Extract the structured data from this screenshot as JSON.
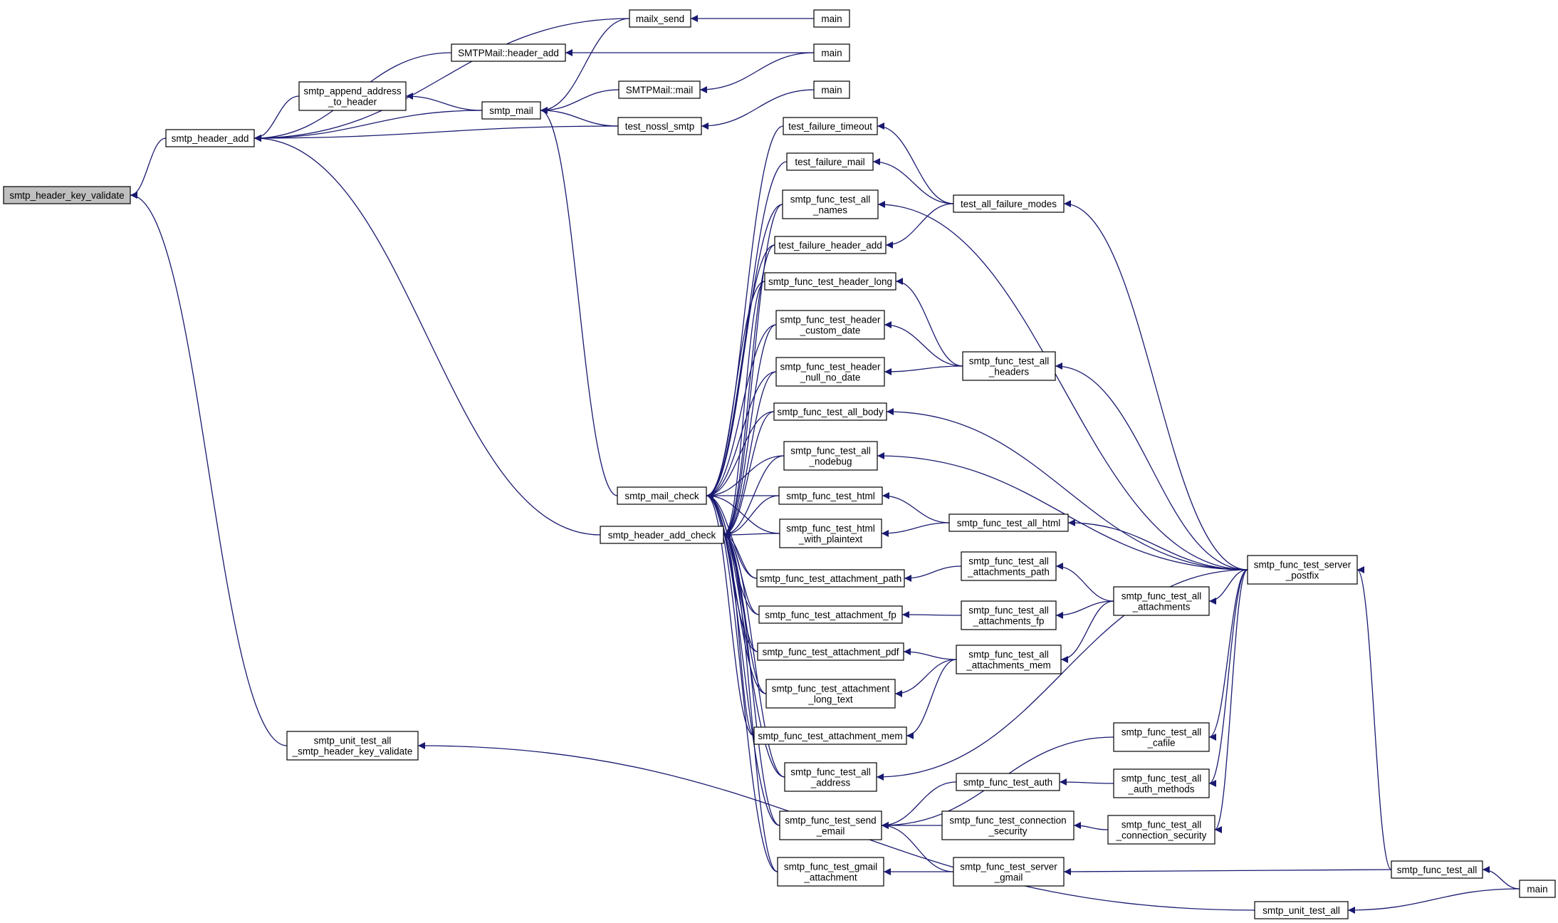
{
  "colors": {
    "edge": "#191970",
    "node_border": "#000000",
    "node_fill": "#ffffff",
    "root_fill": "#bfbfbf"
  },
  "nodes": [
    {
      "id": "smtp_header_key_validate",
      "lines": [
        "smtp_header_key_validate"
      ],
      "root": true
    },
    {
      "id": "smtp_header_add",
      "lines": [
        "smtp_header_add"
      ]
    },
    {
      "id": "smtp_unit_test_all_smtp_header_key_validate",
      "lines": [
        "smtp_unit_test_all",
        "_smtp_header_key_validate"
      ]
    },
    {
      "id": "smtp_append_address_to_header",
      "lines": [
        "smtp_append_address",
        "_to_header"
      ]
    },
    {
      "id": "SMTPMail_header_add",
      "lines": [
        "SMTPMail::header_add"
      ]
    },
    {
      "id": "mailx_send",
      "lines": [
        "mailx_send"
      ]
    },
    {
      "id": "smtp_mail",
      "lines": [
        "smtp_mail"
      ]
    },
    {
      "id": "SMTPMail_mail",
      "lines": [
        "SMTPMail::mail"
      ]
    },
    {
      "id": "test_nossl_smtp",
      "lines": [
        "test_nossl_smtp"
      ]
    },
    {
      "id": "main_1",
      "lines": [
        "main"
      ]
    },
    {
      "id": "main_2",
      "lines": [
        "main"
      ]
    },
    {
      "id": "main_3",
      "lines": [
        "main"
      ]
    },
    {
      "id": "smtp_mail_check",
      "lines": [
        "smtp_mail_check"
      ]
    },
    {
      "id": "smtp_header_add_check",
      "lines": [
        "smtp_header_add_check"
      ]
    },
    {
      "id": "test_failure_timeout",
      "lines": [
        "test_failure_timeout"
      ]
    },
    {
      "id": "test_failure_mail",
      "lines": [
        "test_failure_mail"
      ]
    },
    {
      "id": "smtp_func_test_all_names",
      "lines": [
        "smtp_func_test_all",
        "_names"
      ]
    },
    {
      "id": "test_failure_header_add",
      "lines": [
        "test_failure_header_add"
      ]
    },
    {
      "id": "smtp_func_test_header_long",
      "lines": [
        "smtp_func_test_header_long"
      ]
    },
    {
      "id": "smtp_func_test_header_custom_date",
      "lines": [
        "smtp_func_test_header",
        "_custom_date"
      ]
    },
    {
      "id": "smtp_func_test_header_null_no_date",
      "lines": [
        "smtp_func_test_header",
        "_null_no_date"
      ]
    },
    {
      "id": "smtp_func_test_all_body",
      "lines": [
        "smtp_func_test_all_body"
      ]
    },
    {
      "id": "smtp_func_test_all_nodebug",
      "lines": [
        "smtp_func_test_all",
        "_nodebug"
      ]
    },
    {
      "id": "smtp_func_test_html",
      "lines": [
        "smtp_func_test_html"
      ]
    },
    {
      "id": "smtp_func_test_html_with_plaintext",
      "lines": [
        "smtp_func_test_html",
        "_with_plaintext"
      ]
    },
    {
      "id": "smtp_func_test_attachment_path",
      "lines": [
        "smtp_func_test_attachment_path"
      ]
    },
    {
      "id": "smtp_func_test_attachment_fp",
      "lines": [
        "smtp_func_test_attachment_fp"
      ]
    },
    {
      "id": "smtp_func_test_attachment_pdf",
      "lines": [
        "smtp_func_test_attachment_pdf"
      ]
    },
    {
      "id": "smtp_func_test_attachment_long_text",
      "lines": [
        "smtp_func_test_attachment",
        "_long_text"
      ]
    },
    {
      "id": "smtp_func_test_attachment_mem",
      "lines": [
        "smtp_func_test_attachment_mem"
      ]
    },
    {
      "id": "smtp_func_test_all_address",
      "lines": [
        "smtp_func_test_all",
        "_address"
      ]
    },
    {
      "id": "smtp_func_test_send_email",
      "lines": [
        "smtp_func_test_send",
        "_email"
      ]
    },
    {
      "id": "smtp_func_test_gmail_attachment",
      "lines": [
        "smtp_func_test_gmail",
        "_attachment"
      ]
    },
    {
      "id": "test_all_failure_modes",
      "lines": [
        "test_all_failure_modes"
      ]
    },
    {
      "id": "smtp_func_test_all_headers",
      "lines": [
        "smtp_func_test_all",
        "_headers"
      ]
    },
    {
      "id": "smtp_func_test_all_html",
      "lines": [
        "smtp_func_test_all_html"
      ]
    },
    {
      "id": "smtp_func_test_all_attachments_path",
      "lines": [
        "smtp_func_test_all",
        "_attachments_path"
      ]
    },
    {
      "id": "smtp_func_test_all_attachments_fp",
      "lines": [
        "smtp_func_test_all",
        "_attachments_fp"
      ]
    },
    {
      "id": "smtp_func_test_all_attachments_mem",
      "lines": [
        "smtp_func_test_all",
        "_attachments_mem"
      ]
    },
    {
      "id": "smtp_func_test_auth",
      "lines": [
        "smtp_func_test_auth"
      ]
    },
    {
      "id": "smtp_func_test_connection_security",
      "lines": [
        "smtp_func_test_connection",
        "_security"
      ]
    },
    {
      "id": "smtp_func_test_server_gmail",
      "lines": [
        "smtp_func_test_server",
        "_gmail"
      ]
    },
    {
      "id": "smtp_func_test_all_attachments",
      "lines": [
        "smtp_func_test_all",
        "_attachments"
      ]
    },
    {
      "id": "smtp_func_test_all_cafile",
      "lines": [
        "smtp_func_test_all",
        "_cafile"
      ]
    },
    {
      "id": "smtp_func_test_all_auth_methods",
      "lines": [
        "smtp_func_test_all",
        "_auth_methods"
      ]
    },
    {
      "id": "smtp_func_test_all_connection_security",
      "lines": [
        "smtp_func_test_all",
        "_connection_security"
      ]
    },
    {
      "id": "smtp_func_test_server_postfix",
      "lines": [
        "smtp_func_test_server",
        "_postfix"
      ]
    },
    {
      "id": "smtp_func_test_all",
      "lines": [
        "smtp_func_test_all"
      ]
    },
    {
      "id": "smtp_unit_test_all",
      "lines": [
        "smtp_unit_test_all"
      ]
    },
    {
      "id": "main_4",
      "lines": [
        "main"
      ]
    }
  ],
  "edges": [
    [
      "smtp_header_add",
      "smtp_header_key_validate"
    ],
    [
      "smtp_unit_test_all_smtp_header_key_validate",
      "smtp_header_key_validate"
    ],
    [
      "smtp_append_address_to_header",
      "smtp_header_add"
    ],
    [
      "SMTPMail_header_add",
      "smtp_header_add"
    ],
    [
      "mailx_send",
      "smtp_header_add"
    ],
    [
      "smtp_mail",
      "smtp_header_add"
    ],
    [
      "test_nossl_smtp",
      "smtp_header_add"
    ],
    [
      "smtp_header_add_check",
      "smtp_header_add"
    ],
    [
      "smtp_unit_test_all",
      "smtp_unit_test_all_smtp_header_key_validate"
    ],
    [
      "smtp_mail",
      "smtp_append_address_to_header"
    ],
    [
      "main_2",
      "SMTPMail_header_add"
    ],
    [
      "main_1",
      "mailx_send"
    ],
    [
      "mailx_send",
      "smtp_mail"
    ],
    [
      "SMTPMail_mail",
      "smtp_mail"
    ],
    [
      "test_nossl_smtp",
      "smtp_mail"
    ],
    [
      "smtp_mail_check",
      "smtp_mail"
    ],
    [
      "main_2",
      "SMTPMail_mail"
    ],
    [
      "main_3",
      "test_nossl_smtp"
    ],
    [
      "test_failure_timeout",
      "smtp_mail_check"
    ],
    [
      "test_failure_mail",
      "smtp_mail_check"
    ],
    [
      "smtp_func_test_all_names",
      "smtp_mail_check"
    ],
    [
      "test_failure_header_add",
      "smtp_mail_check"
    ],
    [
      "smtp_func_test_header_long",
      "smtp_mail_check"
    ],
    [
      "smtp_func_test_header_custom_date",
      "smtp_mail_check"
    ],
    [
      "smtp_func_test_header_null_no_date",
      "smtp_mail_check"
    ],
    [
      "smtp_func_test_all_body",
      "smtp_mail_check"
    ],
    [
      "smtp_func_test_all_nodebug",
      "smtp_mail_check"
    ],
    [
      "smtp_func_test_html",
      "smtp_mail_check"
    ],
    [
      "smtp_func_test_html_with_plaintext",
      "smtp_mail_check"
    ],
    [
      "smtp_func_test_attachment_path",
      "smtp_mail_check"
    ],
    [
      "smtp_func_test_attachment_fp",
      "smtp_mail_check"
    ],
    [
      "smtp_func_test_attachment_pdf",
      "smtp_mail_check"
    ],
    [
      "smtp_func_test_attachment_long_text",
      "smtp_mail_check"
    ],
    [
      "smtp_func_test_attachment_mem",
      "smtp_mail_check"
    ],
    [
      "smtp_func_test_all_address",
      "smtp_mail_check"
    ],
    [
      "smtp_func_test_send_email",
      "smtp_mail_check"
    ],
    [
      "smtp_func_test_gmail_attachment",
      "smtp_mail_check"
    ],
    [
      "smtp_func_test_all_names",
      "smtp_header_add_check"
    ],
    [
      "test_failure_header_add",
      "smtp_header_add_check"
    ],
    [
      "smtp_func_test_header_long",
      "smtp_header_add_check"
    ],
    [
      "smtp_func_test_header_custom_date",
      "smtp_header_add_check"
    ],
    [
      "smtp_func_test_header_null_no_date",
      "smtp_header_add_check"
    ],
    [
      "smtp_func_test_all_body",
      "smtp_header_add_check"
    ],
    [
      "smtp_func_test_all_nodebug",
      "smtp_header_add_check"
    ],
    [
      "smtp_func_test_html",
      "smtp_header_add_check"
    ],
    [
      "smtp_func_test_html_with_plaintext",
      "smtp_header_add_check"
    ],
    [
      "smtp_func_test_attachment_path",
      "smtp_header_add_check"
    ],
    [
      "smtp_func_test_attachment_fp",
      "smtp_header_add_check"
    ],
    [
      "smtp_func_test_attachment_pdf",
      "smtp_header_add_check"
    ],
    [
      "smtp_func_test_attachment_long_text",
      "smtp_header_add_check"
    ],
    [
      "smtp_func_test_attachment_mem",
      "smtp_header_add_check"
    ],
    [
      "smtp_func_test_all_address",
      "smtp_header_add_check"
    ],
    [
      "smtp_func_test_send_email",
      "smtp_header_add_check"
    ],
    [
      "smtp_func_test_gmail_attachment",
      "smtp_header_add_check"
    ],
    [
      "test_all_failure_modes",
      "test_failure_timeout"
    ],
    [
      "test_all_failure_modes",
      "test_failure_mail"
    ],
    [
      "test_all_failure_modes",
      "test_failure_header_add"
    ],
    [
      "smtp_func_test_all_headers",
      "smtp_func_test_header_long"
    ],
    [
      "smtp_func_test_all_headers",
      "smtp_func_test_header_custom_date"
    ],
    [
      "smtp_func_test_all_headers",
      "smtp_func_test_header_null_no_date"
    ],
    [
      "smtp_func_test_all_html",
      "smtp_func_test_html"
    ],
    [
      "smtp_func_test_all_html",
      "smtp_func_test_html_with_plaintext"
    ],
    [
      "smtp_func_test_all_attachments_path",
      "smtp_func_test_attachment_path"
    ],
    [
      "smtp_func_test_all_attachments_fp",
      "smtp_func_test_attachment_fp"
    ],
    [
      "smtp_func_test_all_attachments_mem",
      "smtp_func_test_attachment_pdf"
    ],
    [
      "smtp_func_test_all_attachments_mem",
      "smtp_func_test_attachment_long_text"
    ],
    [
      "smtp_func_test_all_attachments_mem",
      "smtp_func_test_attachment_mem"
    ],
    [
      "smtp_func_test_all_attachments",
      "smtp_func_test_all_attachments_path"
    ],
    [
      "smtp_func_test_all_attachments",
      "smtp_func_test_all_attachments_fp"
    ],
    [
      "smtp_func_test_all_attachments",
      "smtp_func_test_all_attachments_mem"
    ],
    [
      "smtp_func_test_all_cafile",
      "smtp_func_test_send_email"
    ],
    [
      "smtp_func_test_auth",
      "smtp_func_test_send_email"
    ],
    [
      "smtp_func_test_connection_security",
      "smtp_func_test_send_email"
    ],
    [
      "smtp_func_test_server_gmail",
      "smtp_func_test_send_email"
    ],
    [
      "smtp_func_test_server_gmail",
      "smtp_func_test_gmail_attachment"
    ],
    [
      "smtp_func_test_all_auth_methods",
      "smtp_func_test_auth"
    ],
    [
      "smtp_func_test_all_connection_security",
      "smtp_func_test_connection_security"
    ],
    [
      "smtp_func_test_server_postfix",
      "test_all_failure_modes"
    ],
    [
      "smtp_func_test_server_postfix",
      "smtp_func_test_all_names"
    ],
    [
      "smtp_func_test_server_postfix",
      "smtp_func_test_all_headers"
    ],
    [
      "smtp_func_test_server_postfix",
      "smtp_func_test_all_body"
    ],
    [
      "smtp_func_test_server_postfix",
      "smtp_func_test_all_nodebug"
    ],
    [
      "smtp_func_test_server_postfix",
      "smtp_func_test_all_html"
    ],
    [
      "smtp_func_test_server_postfix",
      "smtp_func_test_all_attachments"
    ],
    [
      "smtp_func_test_server_postfix",
      "smtp_func_test_all_address"
    ],
    [
      "smtp_func_test_server_postfix",
      "smtp_func_test_all_cafile"
    ],
    [
      "smtp_func_test_server_postfix",
      "smtp_func_test_all_auth_methods"
    ],
    [
      "smtp_func_test_server_postfix",
      "smtp_func_test_all_connection_security"
    ],
    [
      "smtp_func_test_all",
      "smtp_func_test_server_postfix"
    ],
    [
      "smtp_func_test_all",
      "smtp_func_test_server_gmail"
    ],
    [
      "main_4",
      "smtp_func_test_all"
    ],
    [
      "main_4",
      "smtp_unit_test_all"
    ]
  ]
}
